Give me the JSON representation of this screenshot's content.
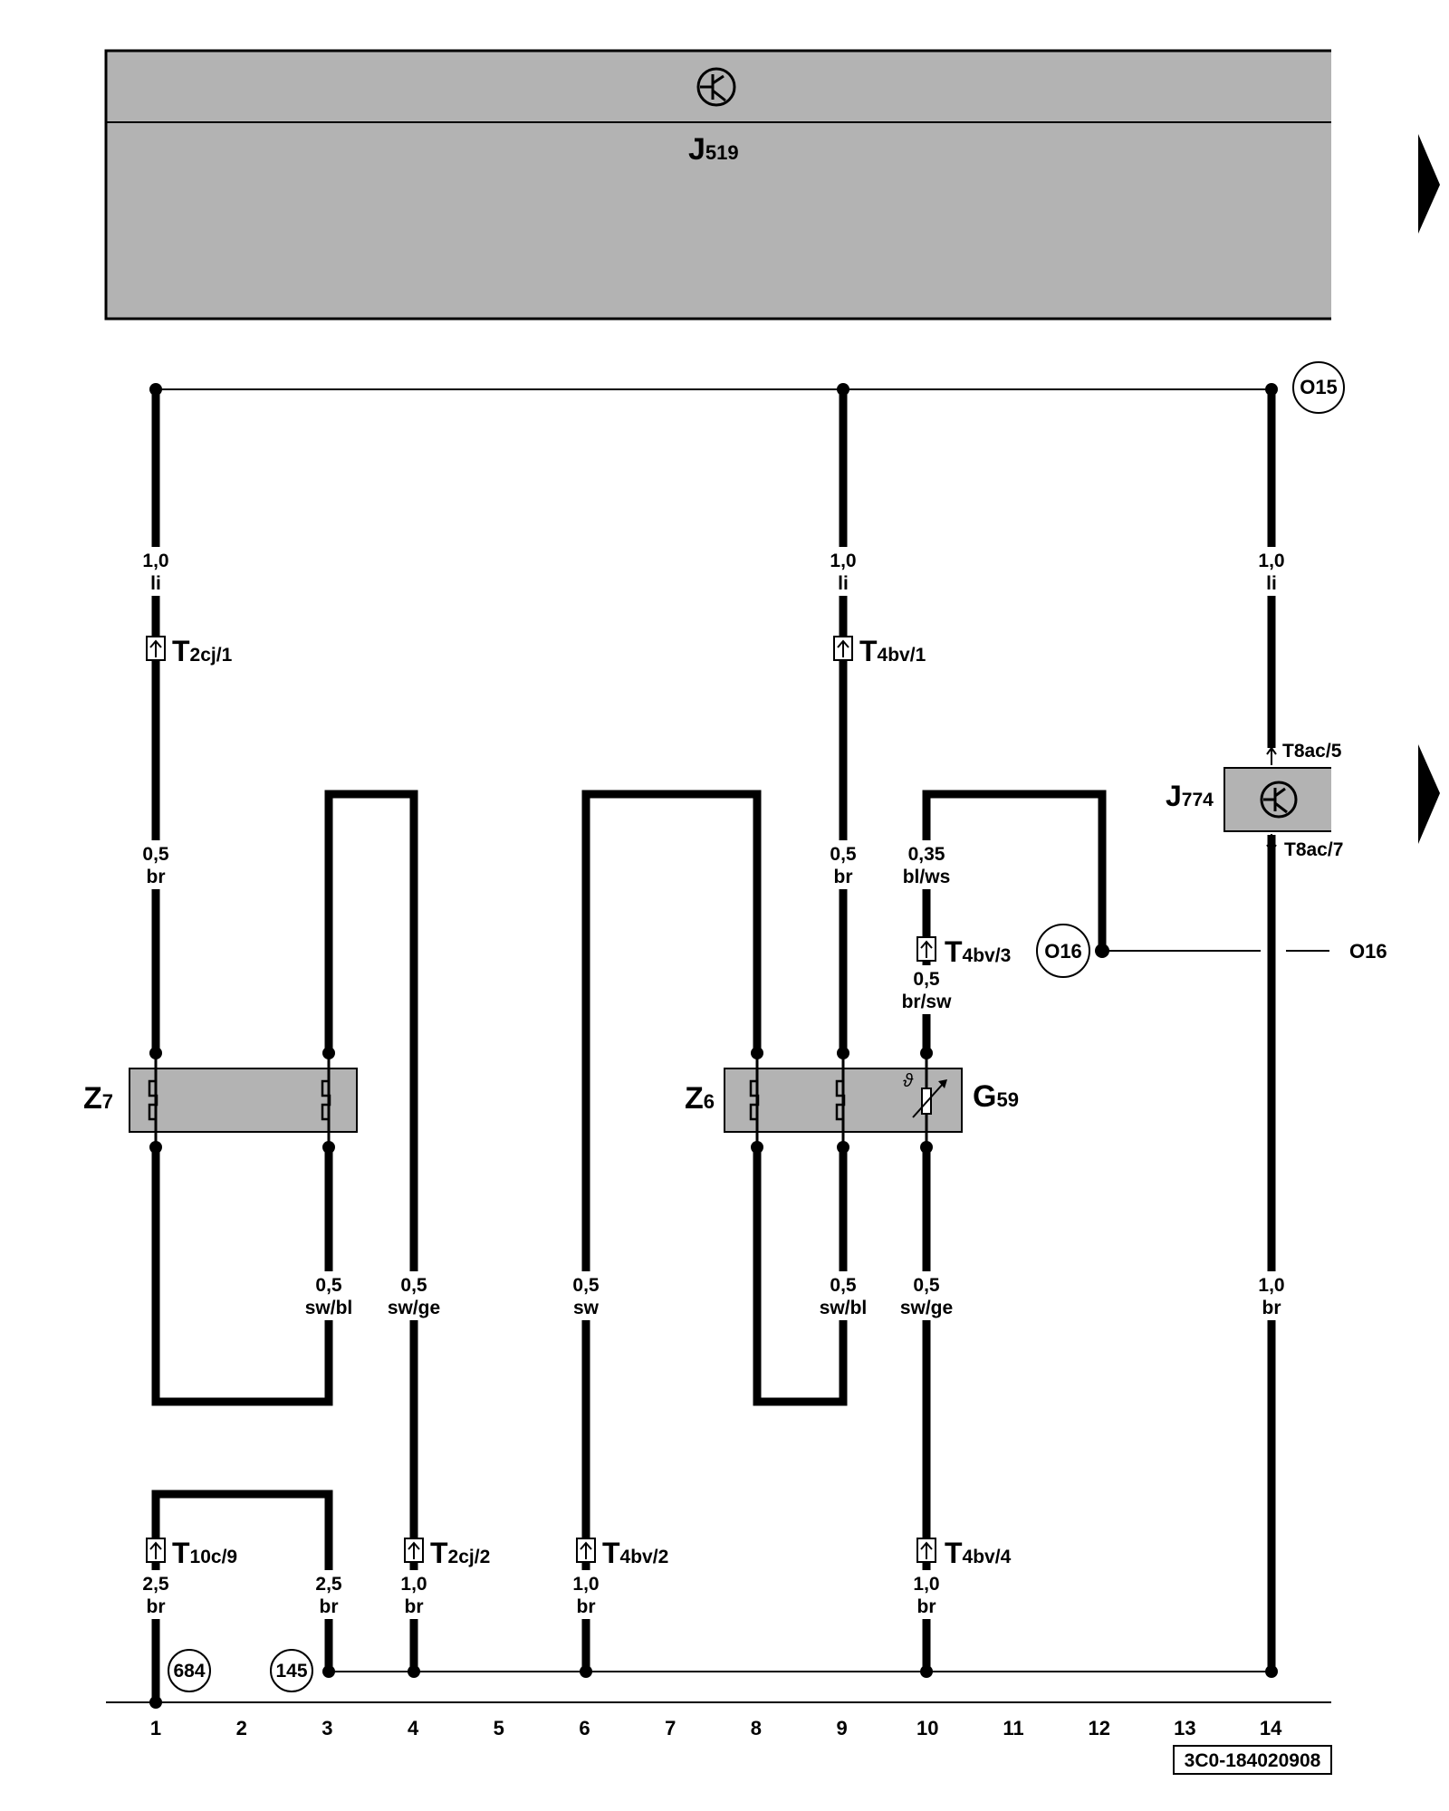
{
  "control_unit": {
    "label": "J",
    "sub": "519"
  },
  "module_j774": {
    "label": "J",
    "sub": "774",
    "pin_top": "T8ac/5",
    "pin_bottom": "T8ac/7"
  },
  "heater_z7": {
    "label": "Z",
    "sub": "7"
  },
  "heater_z6": {
    "label": "Z",
    "sub": "6"
  },
  "sensor_g59": {
    "label": "G",
    "sub": "59",
    "symbol": "ϑ"
  },
  "connectors": {
    "t2cj1": {
      "label": "T",
      "sub": "2cj/1"
    },
    "t4bv1": {
      "label": "T",
      "sub": "4bv/1"
    },
    "t4bv3": {
      "label": "T",
      "sub": "4bv/3"
    },
    "t10c9": {
      "label": "T",
      "sub": "10c/9"
    },
    "t2cj2": {
      "label": "T",
      "sub": "2cj/2"
    },
    "t4bv2": {
      "label": "T",
      "sub": "4bv/2"
    },
    "t4bv4": {
      "label": "T",
      "sub": "4bv/4"
    }
  },
  "wire_labels": {
    "c1_top": [
      "1,0",
      "li"
    ],
    "c9_top": [
      "1,0",
      "li"
    ],
    "c14_top": [
      "1,0",
      "li"
    ],
    "c1_mid": [
      "0,5",
      "br"
    ],
    "c9_mid": [
      "0,5",
      "br"
    ],
    "c10_mid": [
      "0,35",
      "bl/ws"
    ],
    "c10_mid2": [
      "0,5",
      "br/sw"
    ],
    "c3_low": [
      "0,5",
      "sw/bl"
    ],
    "c4_low": [
      "0,5",
      "sw/ge"
    ],
    "c6_low": [
      "0,5",
      "sw"
    ],
    "c9_low": [
      "0,5",
      "sw/bl"
    ],
    "c10_low": [
      "0,5",
      "sw/ge"
    ],
    "c14_low": [
      "1,0",
      "br"
    ],
    "c1_bot": [
      "2,5",
      "br"
    ],
    "c3_bot": [
      "2,5",
      "br"
    ],
    "c4_bot": [
      "1,0",
      "br"
    ],
    "c6_bot": [
      "1,0",
      "br"
    ],
    "c10_bot": [
      "1,0",
      "br"
    ]
  },
  "references": {
    "o15": "O15",
    "o16": "O16",
    "o16_right": "O16",
    "r684": "684",
    "r145": "145"
  },
  "columns": [
    "1",
    "2",
    "3",
    "4",
    "5",
    "6",
    "7",
    "8",
    "9",
    "10",
    "11",
    "12",
    "13",
    "14"
  ],
  "diagram_code": "3C0-184020908",
  "colors": {
    "box_fill": "#b3b3b3",
    "wire": "#000000"
  }
}
